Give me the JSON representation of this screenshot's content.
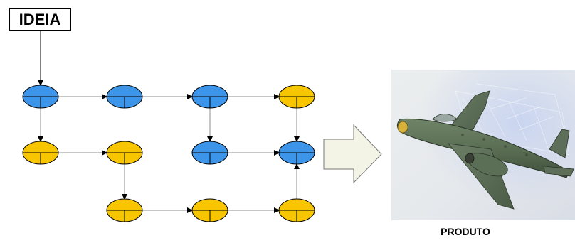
{
  "idea": {
    "label": "IDEIA"
  },
  "product": {
    "label": "PRODUTO",
    "image": "fighter-jet-aircraft"
  },
  "colors": {
    "blue_node": "#3d95ea",
    "yellow_node": "#f7c600",
    "node_stroke": "#000000",
    "connector": "#8c8c8c",
    "arrow_fill": "#f4f4e6",
    "arrow_stroke": "#777777"
  },
  "nodes": [
    {
      "id": "r1c1",
      "color": "blue"
    },
    {
      "id": "r1c2",
      "color": "blue"
    },
    {
      "id": "r1c3",
      "color": "blue"
    },
    {
      "id": "r1c4",
      "color": "yellow"
    },
    {
      "id": "r2c1",
      "color": "yellow"
    },
    {
      "id": "r2c2",
      "color": "yellow"
    },
    {
      "id": "r2c3",
      "color": "blue"
    },
    {
      "id": "r2c4",
      "color": "blue"
    },
    {
      "id": "r3c2",
      "color": "yellow"
    },
    {
      "id": "r3c3",
      "color": "yellow"
    },
    {
      "id": "r3c4",
      "color": "yellow"
    }
  ],
  "edges": [
    {
      "from": "idea",
      "to": "r1c1"
    },
    {
      "from": "r1c1",
      "to": "r1c2"
    },
    {
      "from": "r1c2",
      "to": "r1c3"
    },
    {
      "from": "r1c3",
      "to": "r1c4"
    },
    {
      "from": "r1c1",
      "to": "r2c1"
    },
    {
      "from": "r2c1",
      "to": "r2c2"
    },
    {
      "from": "r2c2",
      "to": "r3c2"
    },
    {
      "from": "r3c2",
      "to": "r3c3"
    },
    {
      "from": "r3c3",
      "to": "r3c4"
    },
    {
      "from": "r3c4",
      "to": "r2c4"
    },
    {
      "from": "r1c3",
      "to": "r2c3"
    },
    {
      "from": "r2c3",
      "to": "r2c4"
    },
    {
      "from": "r1c4",
      "to": "r2c4"
    }
  ]
}
